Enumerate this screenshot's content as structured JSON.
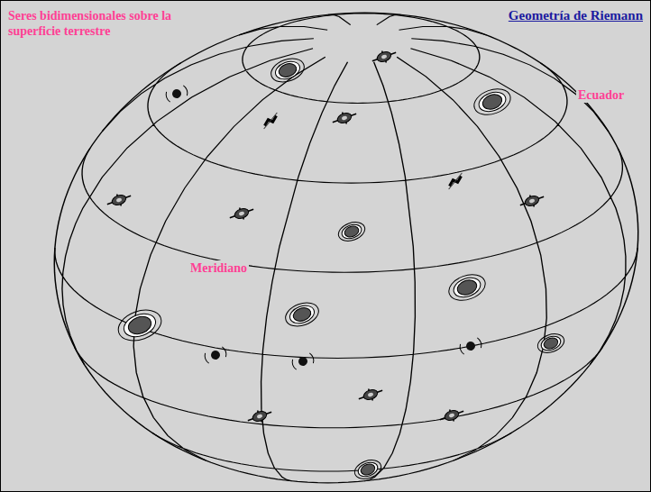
{
  "diagram": {
    "title": "Geometría de Riemann",
    "labels": [
      "Seres bidimensionales sobre la superficie terrestre",
      "Ecuador",
      "Meridiano"
    ]
  }
}
